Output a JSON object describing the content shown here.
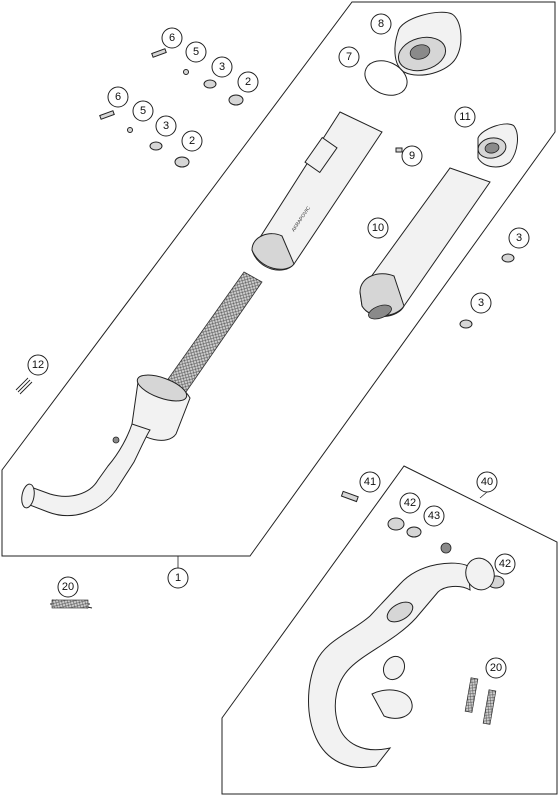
{
  "diagram": {
    "type": "exploded-parts-diagram",
    "product_label": "AKRAPOVIC",
    "callouts": [
      {
        "id": "c8",
        "label": "8"
      },
      {
        "id": "c7",
        "label": "7"
      },
      {
        "id": "c6a",
        "label": "6"
      },
      {
        "id": "c5a",
        "label": "5"
      },
      {
        "id": "c3a",
        "label": "3"
      },
      {
        "id": "c2a",
        "label": "2"
      },
      {
        "id": "c6b",
        "label": "6"
      },
      {
        "id": "c5b",
        "label": "5"
      },
      {
        "id": "c3b",
        "label": "3"
      },
      {
        "id": "c2b",
        "label": "2"
      },
      {
        "id": "c11",
        "label": "11"
      },
      {
        "id": "c9",
        "label": "9"
      },
      {
        "id": "c10",
        "label": "10"
      },
      {
        "id": "c3c",
        "label": "3"
      },
      {
        "id": "c3d",
        "label": "3"
      },
      {
        "id": "c12",
        "label": "12"
      },
      {
        "id": "c41",
        "label": "41"
      },
      {
        "id": "c40",
        "label": "40"
      },
      {
        "id": "c42a",
        "label": "42"
      },
      {
        "id": "c43",
        "label": "43"
      },
      {
        "id": "c42b",
        "label": "42"
      },
      {
        "id": "c1",
        "label": "1"
      },
      {
        "id": "c20a",
        "label": "20"
      },
      {
        "id": "c20b",
        "label": "20"
      }
    ]
  }
}
